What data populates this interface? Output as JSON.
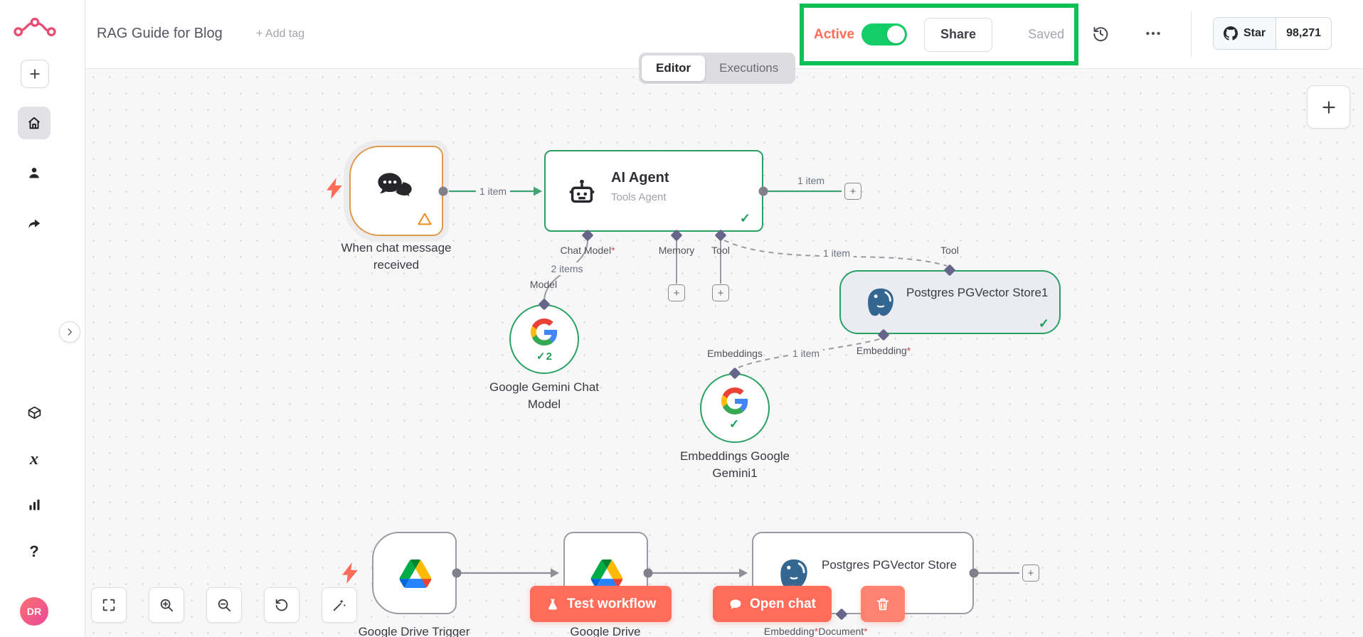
{
  "app": {
    "title": "RAG Guide for Blog",
    "add_tag": "+ Add tag",
    "tabs": {
      "editor": "Editor",
      "executions": "Executions"
    },
    "activation": {
      "label": "Active"
    },
    "share_button": "Share",
    "saved_status": "Saved",
    "github": {
      "star_label": "Star",
      "star_count": "98,271"
    },
    "avatar_initials": "DR"
  },
  "icons": {
    "help": "?",
    "variables": "x",
    "check": "✓",
    "plus": "+"
  },
  "colors": {
    "accent": "#ff6d5a",
    "success_border": "#2aa164",
    "annotation_green": "#0dbf54",
    "toggle_on": "#13ce66",
    "warning_border": "#e09a4c"
  },
  "canvas": {
    "buttons": {
      "test_workflow": "Test workflow",
      "open_chat": "Open chat"
    },
    "connection_labels": {
      "one_item": "1 item",
      "two_items": "2 items"
    },
    "endpoints": {
      "chat_model": "Chat Model",
      "memory": "Memory",
      "tool": "Tool",
      "model": "Model",
      "embeddings": "Embeddings",
      "embedding": "Embedding",
      "document": "Document",
      "required": "*"
    },
    "nodes": {
      "chat_trigger": {
        "label": "When chat message received"
      },
      "ai_agent": {
        "name": "AI Agent",
        "subtitle": "Tools Agent"
      },
      "gemini_chat_model": {
        "label": "Google Gemini Chat Model",
        "run_count": "2"
      },
      "pgvector_store1": {
        "label": "Postgres PGVector Store1"
      },
      "embeddings_gemini": {
        "label": "Embeddings Google Gemini1"
      },
      "gdrive_trigger": {
        "label": "Google Drive Trigger"
      },
      "gdrive": {
        "label": "Google Drive"
      },
      "pgvector_store": {
        "label": "Postgres PGVector Store"
      }
    }
  }
}
